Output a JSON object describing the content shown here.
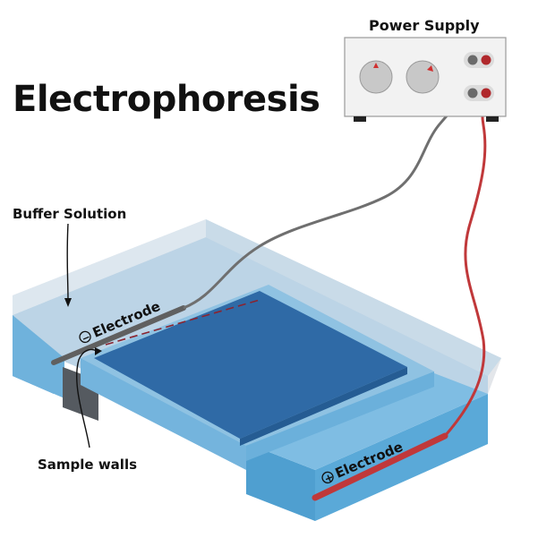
{
  "title": "Electrophoresis",
  "power_supply": {
    "label": "Power Supply",
    "icons": [
      "dial-knob",
      "dial-knob",
      "terminal-jack-black",
      "terminal-jack-red"
    ]
  },
  "labels": {
    "buffer_solution": "Buffer Solution",
    "sample_walls": "Sample walls",
    "negative_electrode": "Electrode",
    "positive_electrode": "Electrode",
    "negative_sign": "−",
    "positive_sign": "+"
  },
  "colors": {
    "buffer_light": "#c6d8e6",
    "buffer_mid": "#8fbcd9",
    "buffer_deep": "#4f9fd0",
    "gel": "#2f6aa6",
    "negative_wire": "#6f6f6f",
    "positive_wire": "#c0383a",
    "positive_electrode": "#c0383a",
    "negative_electrode": "#606060"
  }
}
